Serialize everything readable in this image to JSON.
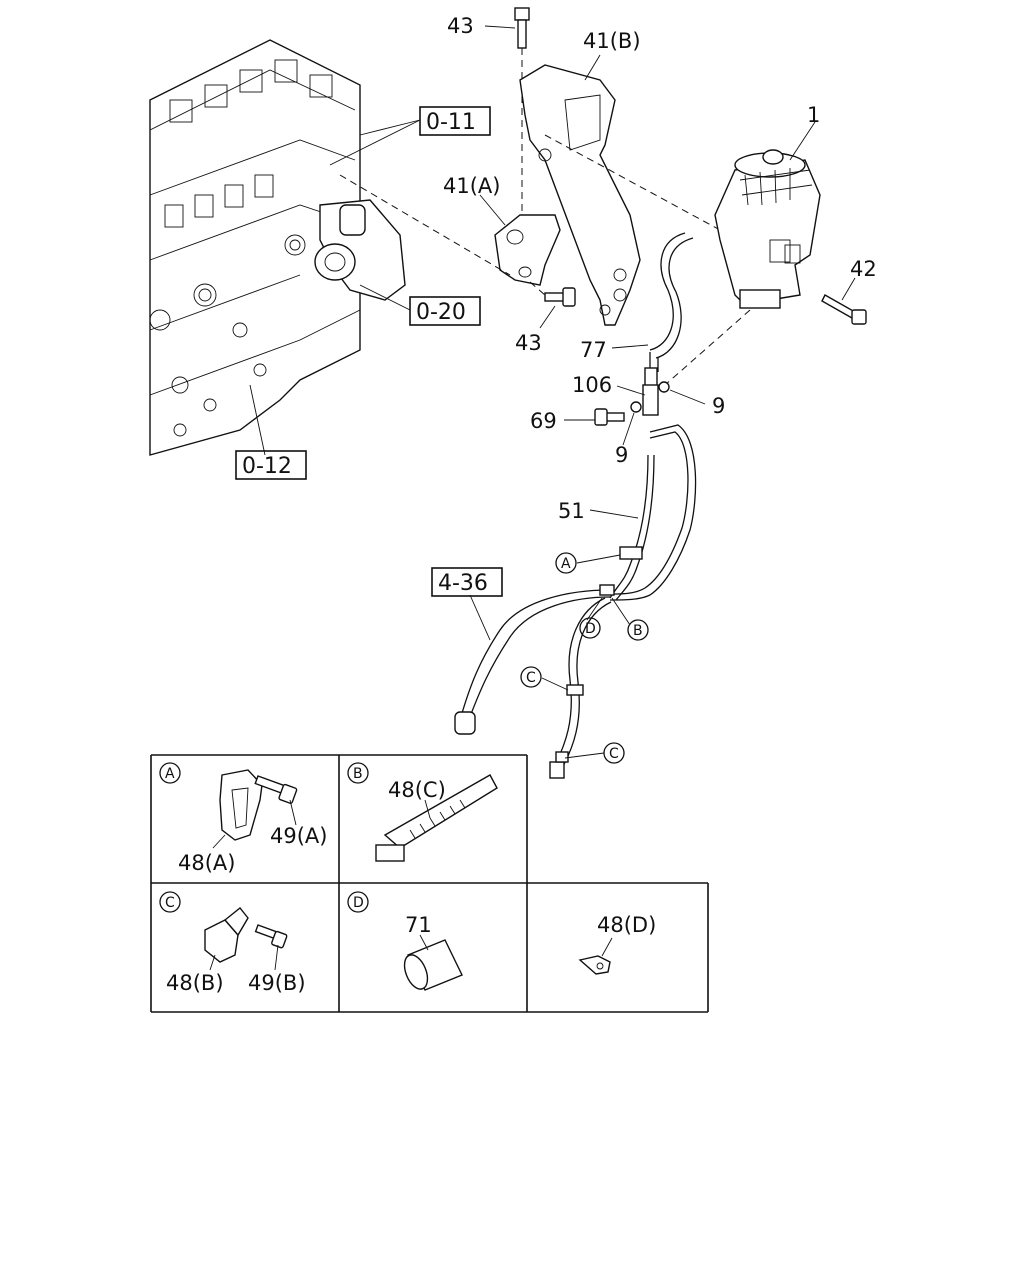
{
  "callouts": {
    "c43_top": "43",
    "c41B": "41(B)",
    "c1": "1",
    "c41A": "41(A)",
    "c42": "42",
    "c43_bottom": "43",
    "c77": "77",
    "c106": "106",
    "c9_right": "9",
    "c69": "69",
    "c9_left": "9",
    "c51": "51"
  },
  "ref_boxes": {
    "r0_11": "0-11",
    "r0_20": "0-20",
    "r0_12": "0-12",
    "r4_36": "4-36"
  },
  "circle_markers": {
    "mA": "A",
    "mB": "B",
    "mC1": "C",
    "mD": "D",
    "mC2": "C"
  },
  "detail_panels": {
    "A": {
      "marker": "A",
      "labels": [
        "49(A)",
        "48(A)"
      ]
    },
    "B": {
      "marker": "B",
      "labels": [
        "48(C)"
      ]
    },
    "C": {
      "marker": "C",
      "labels": [
        "48(B)",
        "49(B)"
      ]
    },
    "D": {
      "marker": "D",
      "labels": [
        "71"
      ]
    },
    "E": {
      "labels": [
        "48(D)"
      ]
    }
  }
}
